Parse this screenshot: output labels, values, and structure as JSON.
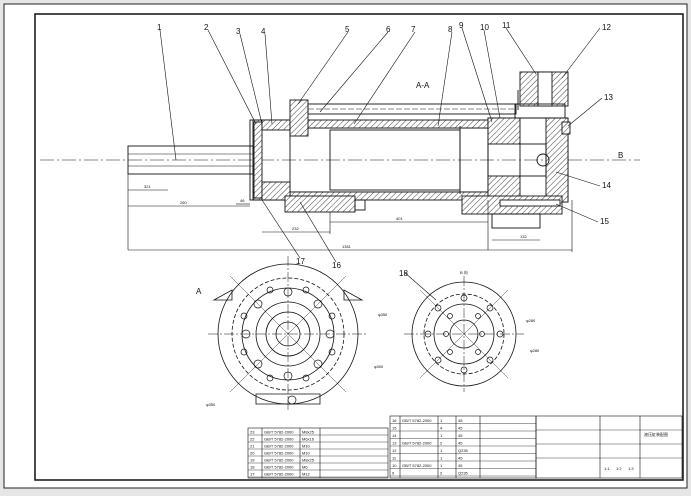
{
  "drawing": {
    "part_labels": [
      "1",
      "2",
      "3",
      "4",
      "5",
      "6",
      "7",
      "8",
      "9",
      "10",
      "11",
      "12",
      "13",
      "14",
      "15",
      "16",
      "17",
      "18"
    ],
    "section_mark_top": "A-A",
    "section_mark_side": "B",
    "section_mark_view": "A",
    "view_b_title": "B 向",
    "dim_321": "321",
    "dim_260": "260",
    "dim_46": "46",
    "dim_232": "232",
    "dim_401": "401",
    "dim_1361": "1361",
    "dim_132": "132",
    "dim_diameters": [
      "φ350",
      "φ300",
      "φ350",
      "φ280",
      "φ280"
    ]
  },
  "title_block": {
    "left_rows": [
      [
        "23",
        "GB/T 5782-2000",
        "M8x25"
      ],
      [
        "22",
        "GB/T 5782-2000",
        "M6x16"
      ],
      [
        "21",
        "GB/T 5782-2000",
        "M10"
      ],
      [
        "20",
        "GB/T 5782-2000",
        "M10"
      ],
      [
        "19",
        "GB/T 5782-2000",
        "M8x25"
      ],
      [
        "18",
        "GB/T 5782-2000",
        "M6"
      ],
      [
        "17",
        "GB/T 5782-2000",
        "M12"
      ]
    ],
    "mid_rows": [
      [
        "16",
        "GB/T 5782-2000",
        "1",
        "45"
      ],
      [
        "15",
        "",
        "4",
        "45"
      ],
      [
        "14",
        "",
        "1",
        "45"
      ],
      [
        "13",
        "GB/T 5782-2000",
        "2",
        "45"
      ],
      [
        "12",
        "",
        "1",
        "Q235"
      ],
      [
        "11",
        "",
        "1",
        "45"
      ],
      [
        "10",
        "GB/T 5782-2000",
        "1",
        "45"
      ],
      [
        "9",
        "",
        "2",
        "Q235"
      ]
    ],
    "scale_cells": [
      "1:1",
      "1:2",
      "1:3"
    ],
    "drawing_name": "液压缸装配图"
  }
}
